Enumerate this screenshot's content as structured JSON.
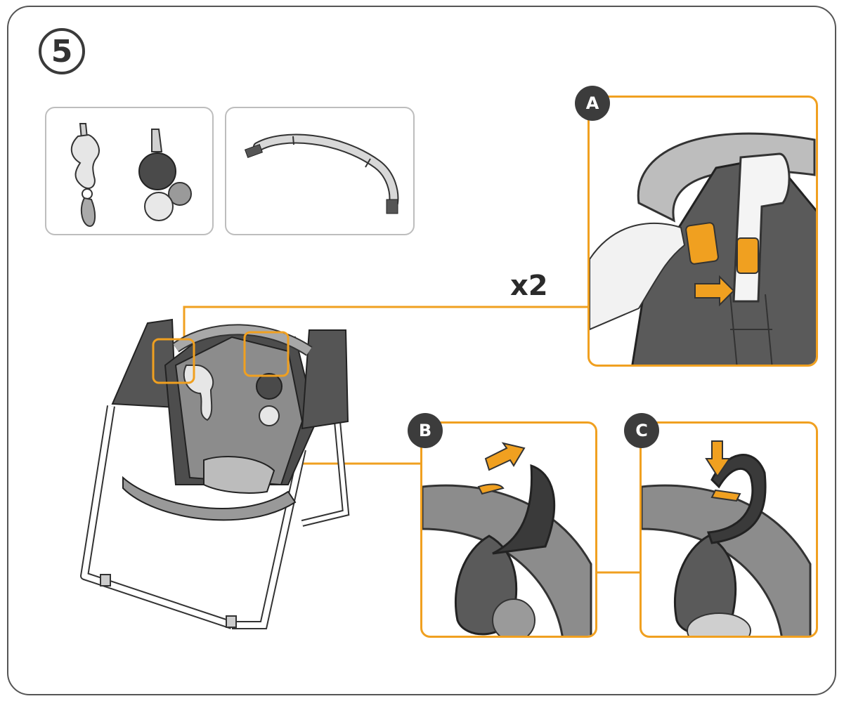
{
  "step": {
    "number": "5"
  },
  "multiplier": "x2",
  "details": [
    {
      "letter": "A"
    },
    {
      "letter": "B"
    },
    {
      "letter": "C"
    }
  ],
  "colors": {
    "accent": "#f0a020",
    "dark": "#3c3c3c",
    "mid": "#8a8a8a",
    "light": "#cfcfcf",
    "outline": "#555555"
  }
}
